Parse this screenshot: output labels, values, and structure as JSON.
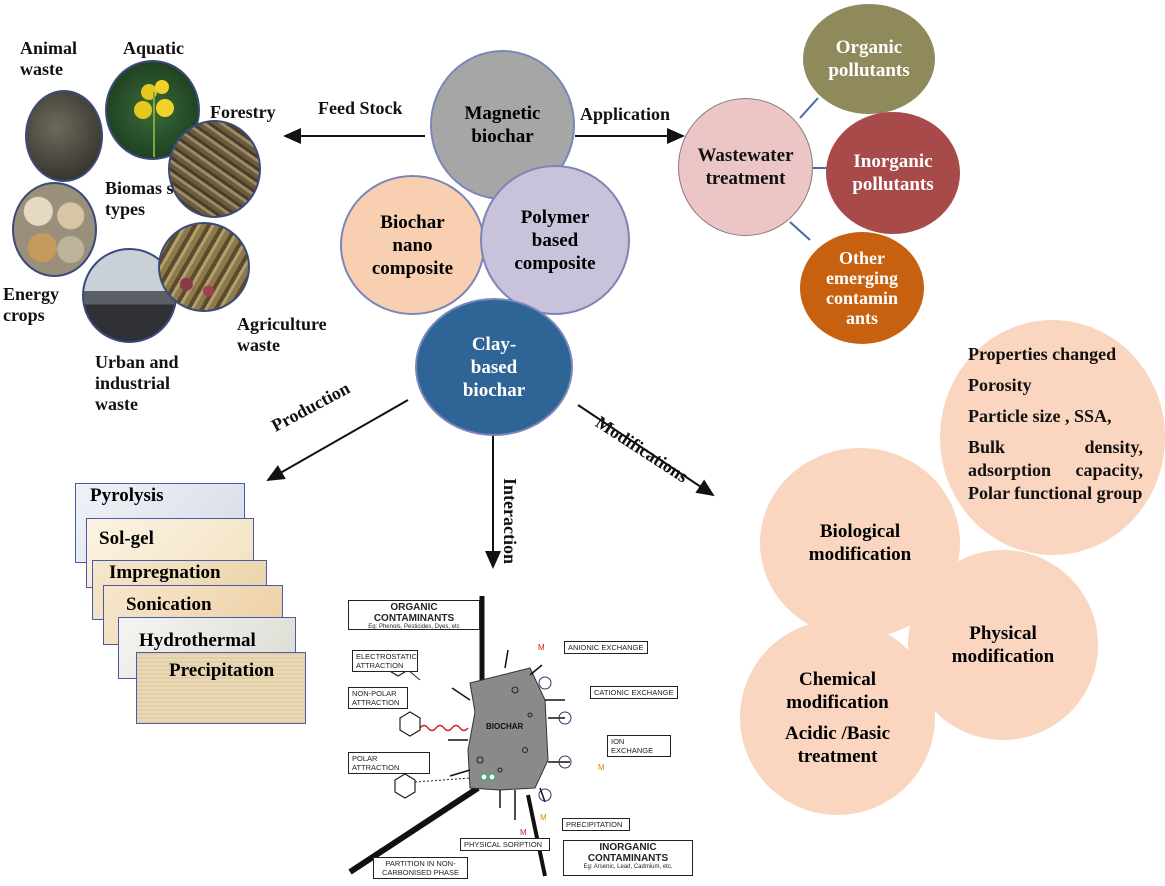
{
  "center": {
    "magnetic": "Magnetic biochar",
    "nano": "Biochar nano composite",
    "polymer": "Polymer based composite",
    "clay": "Clay-based biochar"
  },
  "arrows": {
    "feedstock": "Feed Stock",
    "application": "Application",
    "production": "Production",
    "interaction": "Interaction",
    "modifications": "Modifications"
  },
  "biomass": {
    "center_label": "Biomas s types",
    "items": [
      {
        "label": "Animal waste"
      },
      {
        "label": "Aquatic"
      },
      {
        "label": "Forestry"
      },
      {
        "label": "Energy crops"
      },
      {
        "label": "Urban and industrial waste"
      },
      {
        "label": "Agriculture waste"
      }
    ]
  },
  "application": {
    "hub": "Wastewater treatment",
    "items": [
      {
        "label": "Organic pollutants"
      },
      {
        "label": "Inorganic pollutants"
      },
      {
        "label": "Other emerging contamin ants"
      }
    ]
  },
  "production": {
    "methods": [
      "Pyrolysis",
      "Sol-gel",
      "Impregnation",
      "Sonication",
      "Hydrothermal",
      "Precipitation"
    ]
  },
  "modifications": {
    "properties_title": "Properties changed",
    "properties": [
      "Porosity",
      "Particle size , SSA,",
      "Bulk density, adsorption capacity, Polar functional group"
    ],
    "biological": "Biological modification",
    "physical": "Physical modification",
    "chemical": "Chemical modification",
    "chemical_sub": "Acidic /Basic treatment"
  },
  "interaction": {
    "organic_title": "ORGANIC CONTAMINANTS",
    "organic_sub": "Eg: Phenols, Pesticides, Dyes, etc",
    "inorganic_title": "INORGANIC CONTAMINANTS",
    "inorganic_sub": "Eg: Arsenic, Lead, Cadmium, etc.",
    "biochar": "BIOCHAR",
    "mechanisms": {
      "electrostatic": "ELECTROSTATIC ATTRACTION",
      "nonpolar": "NON-POLAR ATTRACTION",
      "polar": "POLAR ATTRACTION",
      "partition": "PARTITION IN NON-CARBONISED PHASE",
      "physical": "PHYSICAL SORPTION",
      "precipitation": "PRECIPITATION",
      "ion": "ION EXCHANGE",
      "cationic": "CATIONIC EXCHANGE",
      "anionic": "ANIONIC EXCHANGE"
    }
  },
  "colors": {
    "magnetic": "#a6a6a6",
    "nano": "#f8cfb0",
    "polymer": "#c9c2db",
    "clay": "#2f6596",
    "wastewater": "#ecc6c6",
    "organic": "#8f8a5c",
    "inorganic": "#a84a4a",
    "emerging": "#c8610f",
    "modification": "#fad6c0"
  }
}
